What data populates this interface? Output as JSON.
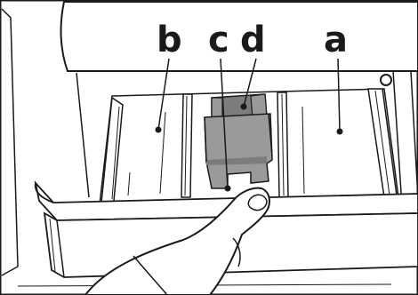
{
  "labels": {
    "a": "a",
    "b": "b",
    "c": "c",
    "d": "d"
  },
  "colors": {
    "line": "#1a1a1a",
    "fill": "#ffffff",
    "insert_light": "#9a9a9a",
    "insert_dark": "#7c7c7c"
  }
}
